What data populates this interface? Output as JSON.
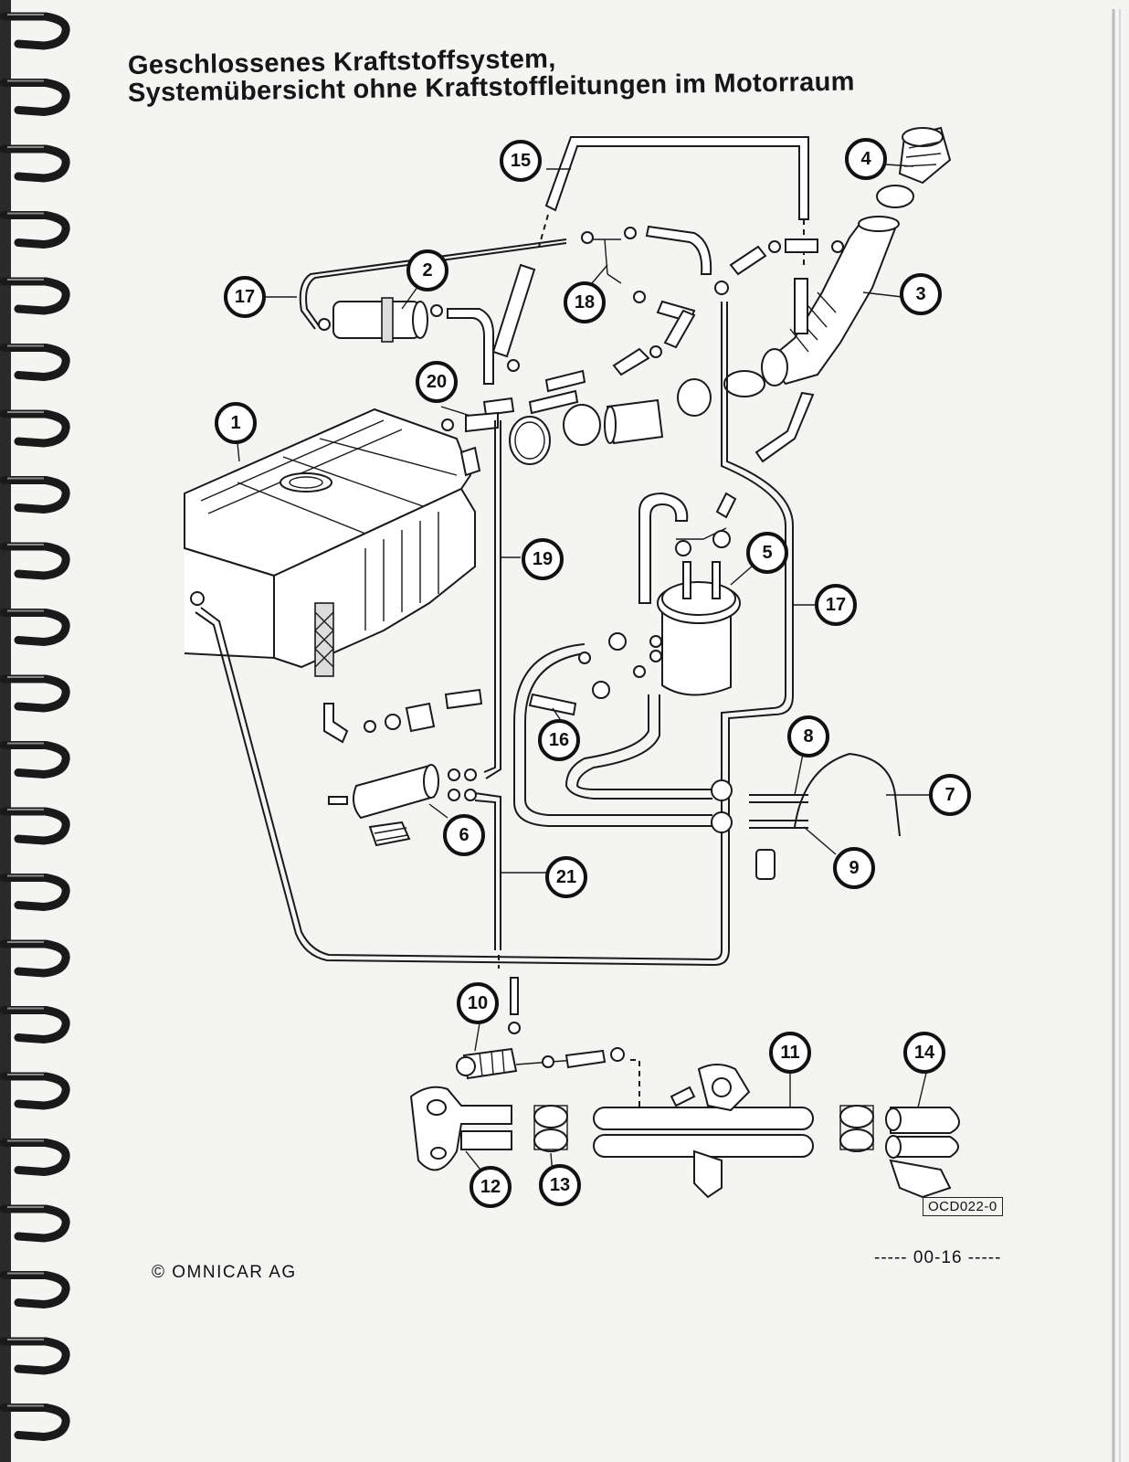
{
  "page": {
    "title_line1": "Geschlossenes Kraftstoffsystem,",
    "title_line2": "Systemübersicht ohne Kraftstoffleitungen im Motorraum",
    "figure_code": "OCD022-0",
    "copyright": "© OMNICAR AG",
    "page_number": "----- 00-16 -----"
  },
  "callouts": {
    "c1": "1",
    "c2": "2",
    "c3": "3",
    "c4": "4",
    "c5": "5",
    "c6": "6",
    "c7": "7",
    "c8": "8",
    "c9": "9",
    "c10": "10",
    "c11": "11",
    "c12": "12",
    "c13": "13",
    "c14": "14",
    "c15": "15",
    "c16": "16",
    "c17a": "17",
    "c17b": "17",
    "c18": "18",
    "c19": "19",
    "c20": "20",
    "c21": "21"
  },
  "colors": {
    "paper": "#f4f4f2",
    "ink": "#111111",
    "binding": "#1a1a1a"
  }
}
